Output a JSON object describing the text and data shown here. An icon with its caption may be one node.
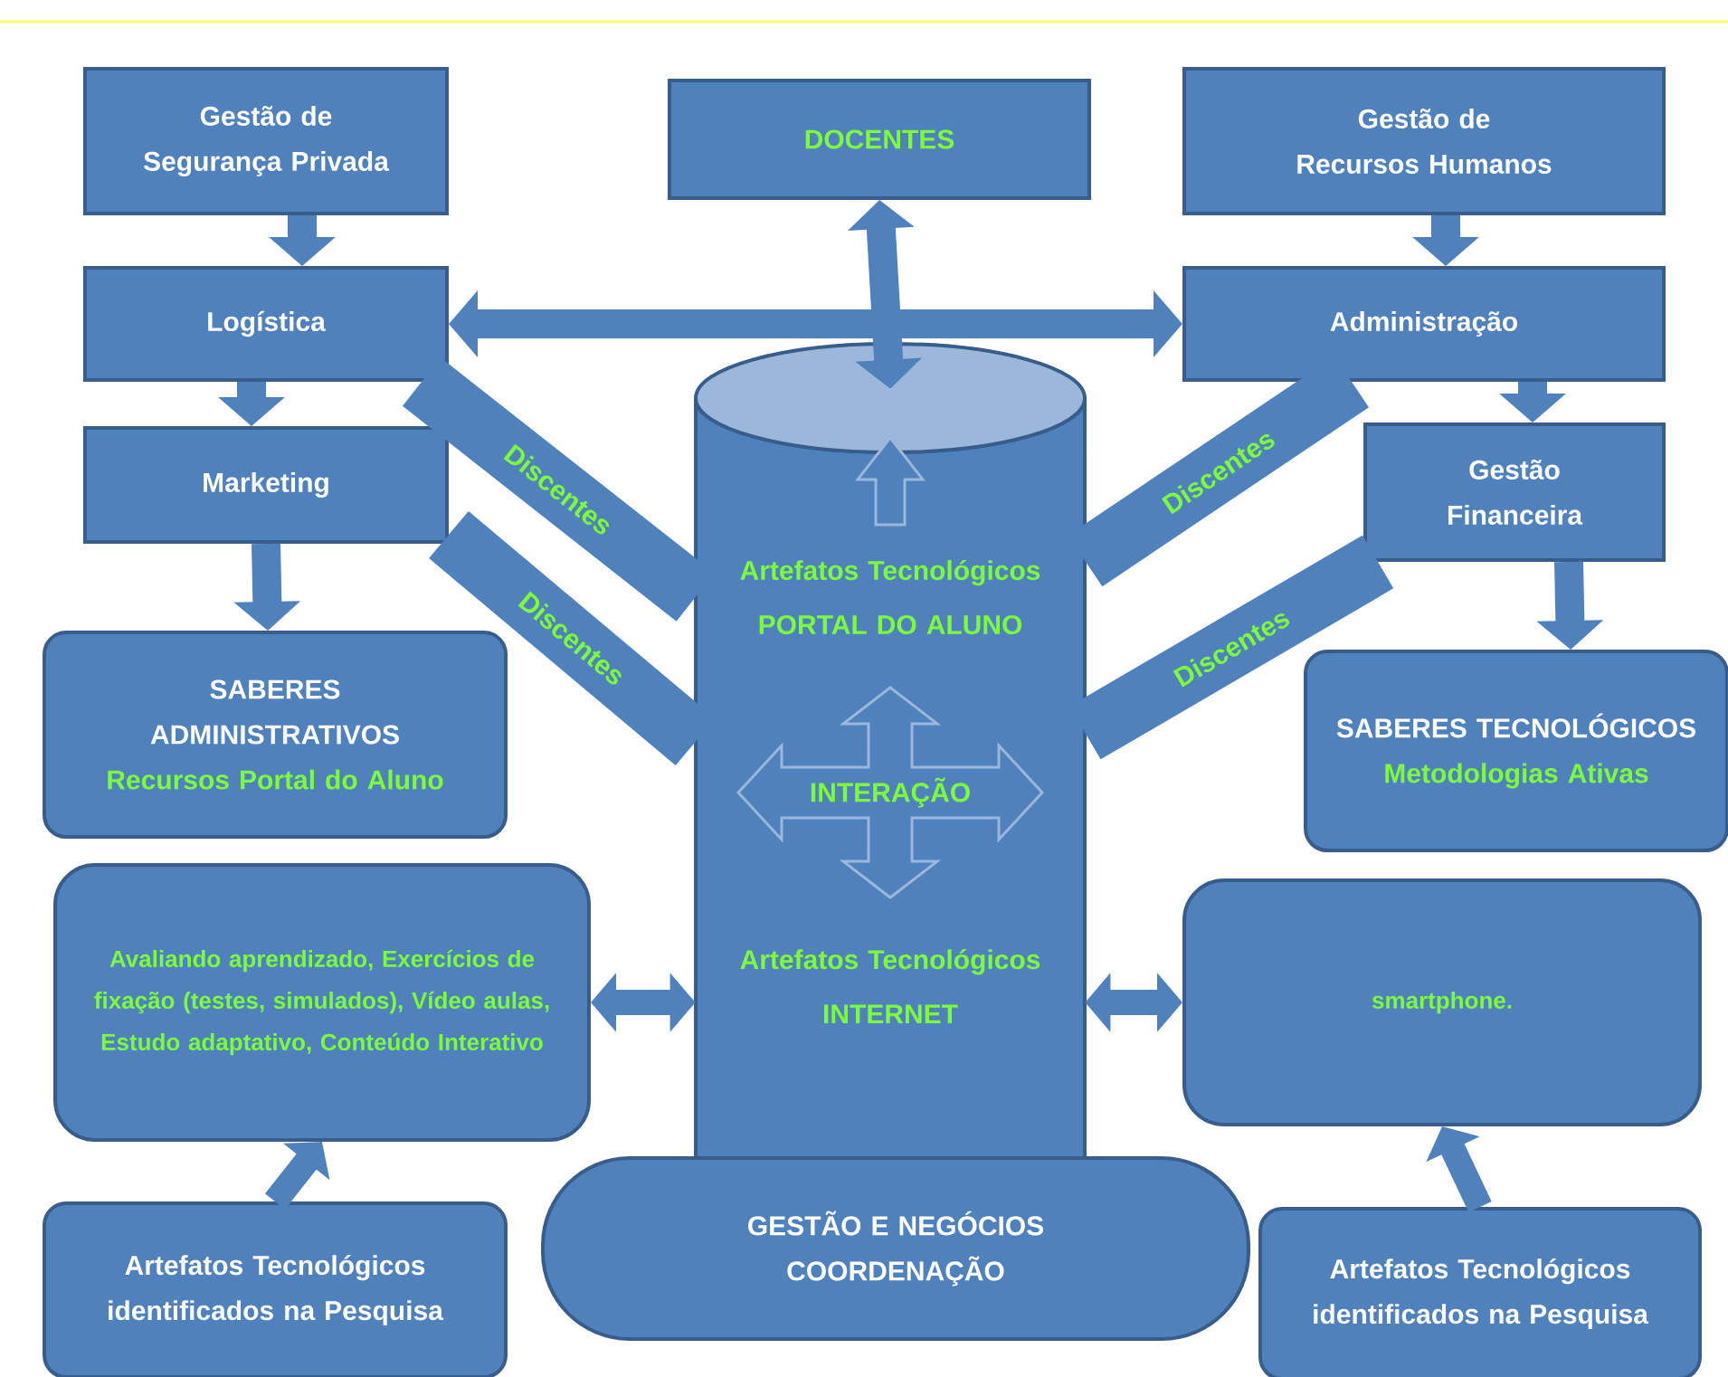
{
  "diagram": {
    "nodes": [
      {
        "text": [
          "Gestão de Segurança Privada"
        ]
      },
      {
        "text": [
          "DOCENTES"
        ]
      },
      {
        "text": [
          "Gestão de Recursos Humanos"
        ]
      },
      {
        "text": [
          "Logística"
        ]
      },
      {
        "text": [
          "Administração"
        ]
      },
      {
        "text": [
          "Artefatos Tecnológicos PORTAL DO ALUNO",
          "INTERAÇÃO",
          "Artefatos Tecnológicos INTERNET"
        ]
      },
      {
        "text": [
          "Marketing"
        ]
      },
      {
        "text": [
          "Gestão Financeira"
        ]
      },
      {
        "text": [
          "SABERES ADMINISTRATIVOS",
          "Recursos Portal do Aluno"
        ]
      },
      {
        "text": [
          "SABERES TECNOLÓGICOS",
          "Metodologias Ativas"
        ]
      },
      {
        "text": [
          "Avaliando aprendizado, Exercícios de fixação (testes, simulados), Vídeo aulas, Estudo adaptativo, Conteúdo Interativo"
        ]
      },
      {
        "text": [
          "smartphone."
        ]
      },
      {
        "text": [
          "GESTÃO E NEGÓCIOS COORDENAÇÃO"
        ]
      },
      {
        "text": [
          "Artefatos Tecnológicos identificados na Pesquisa"
        ]
      },
      {
        "text": [
          "Artefatos Tecnológicos identificados na Pesquisa"
        ]
      }
    ],
    "edges": [
      {
        "from": 0,
        "to": 3,
        "arrow": "to"
      },
      {
        "from": 3,
        "to": 6,
        "arrow": "to"
      },
      {
        "from": 6,
        "to": 8,
        "arrow": "to"
      },
      {
        "from": 2,
        "to": 4,
        "arrow": "to"
      },
      {
        "from": 4,
        "to": 7,
        "arrow": "to"
      },
      {
        "from": 7,
        "to": 9,
        "arrow": "to"
      },
      {
        "from": 1,
        "to": 5,
        "arrow": "both"
      },
      {
        "from": 3,
        "to": 4,
        "arrow": "both"
      },
      {
        "from": 3,
        "to": 5,
        "arrow": "none",
        "label": "Discentes",
        "style": "thick"
      },
      {
        "from": 6,
        "to": 5,
        "arrow": "none",
        "label": "Discentes",
        "style": "thick"
      },
      {
        "from": 5,
        "to": 4,
        "arrow": "none",
        "label": "Discentes",
        "style": "thick"
      },
      {
        "from": 5,
        "to": 7,
        "arrow": "none",
        "label": "Discentes",
        "style": "thick"
      },
      {
        "from": 10,
        "to": 5,
        "arrow": "both"
      },
      {
        "from": 5,
        "to": 11,
        "arrow": "both"
      },
      {
        "from": 13,
        "to": 10,
        "arrow": "to"
      },
      {
        "from": 14,
        "to": 11,
        "arrow": "to"
      }
    ]
  }
}
